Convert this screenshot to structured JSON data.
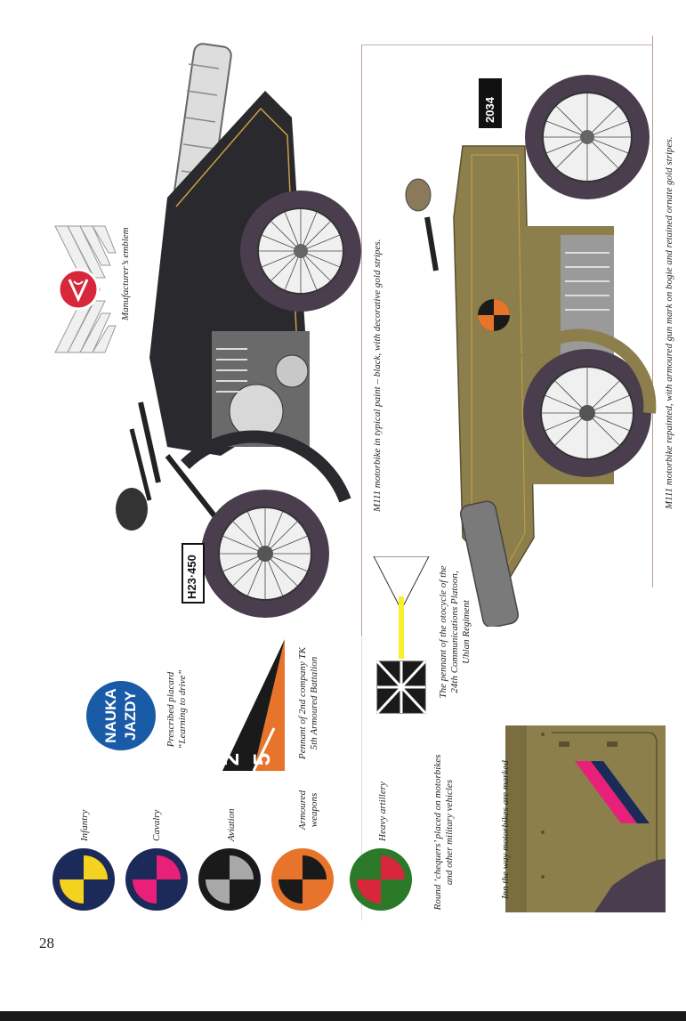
{
  "page": {
    "number": "28"
  },
  "captions": {
    "black_bike": "M111 motorbike in typical paint – black, with decorative gold stripes.",
    "olive_bike": "M111 motorbike repainted, with armoured gun mark on bogie and retained ornate gold stripes.",
    "emblem": "Manufacturer’s emblem",
    "placard": [
      "Prescribed placard",
      "“Learning to drive”"
    ],
    "pennant_tk": [
      "Pennant of 2nd company TK",
      "5th Armoured Battalion"
    ],
    "pennant_uhlan": [
      "The pennant of the otocycle of the",
      "24th Communications Platoon,",
      "Uhlan Regiment"
    ],
    "chequers": [
      "Round ‘chequers’ placed on motorbikes",
      "and other military vehicles"
    ],
    "marked": "Inn the way motorbikes are marked"
  },
  "plates": {
    "black": "H23·450",
    "olive": "2034"
  },
  "placard_words": [
    "NAUKA",
    "JAZDY"
  ],
  "pennant_tk_text": {
    "left": "2",
    "right": "5"
  },
  "chequers": [
    {
      "label": "Infantry",
      "colors": [
        "#f5d21f",
        "#1c2a5a"
      ]
    },
    {
      "label": "Cavalry",
      "colors": [
        "#e8207a",
        "#1c2a5a"
      ]
    },
    {
      "label": "Aviation",
      "colors": [
        "#a8a8a8",
        "#1a1a1a"
      ]
    },
    {
      "label": "Armoured weapons",
      "colors": [
        "#e8732a",
        "#1a1a1a"
      ]
    },
    {
      "label": "Heavy artillery",
      "colors": [
        "#d8263a",
        "#2a7a2a"
      ]
    }
  ],
  "colors": {
    "olive": "#8c7f4c",
    "black_paint": "#2a2a2e",
    "tire": "#4a3e4e",
    "placard_blue": "#1a5ba8",
    "tk_orange": "#e8732a"
  }
}
